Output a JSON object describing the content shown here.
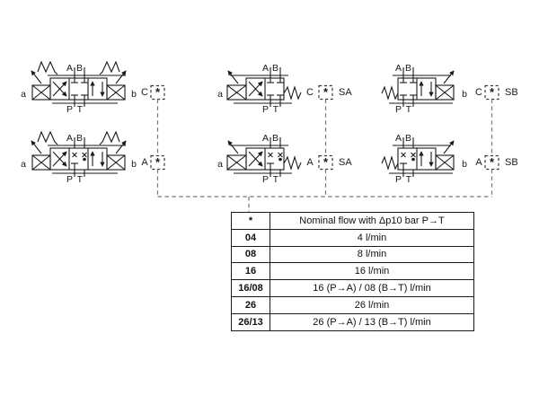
{
  "valves": {
    "top_left": {
      "a": "a",
      "b": "b",
      "A": "A",
      "B": "B",
      "P": "P",
      "T": "T",
      "opt": "C",
      "star": "*"
    },
    "bottom_left": {
      "a": "a",
      "b": "b",
      "A": "A",
      "B": "B",
      "P": "P",
      "T": "T",
      "opt": "A",
      "star": "*"
    },
    "top_middle": {
      "a": "a",
      "A": "A",
      "B": "B",
      "P": "P",
      "T": "T",
      "opt": "C",
      "star": "*",
      "suffix": "SA"
    },
    "bottom_middle": {
      "a": "a",
      "A": "A",
      "B": "B",
      "P": "P",
      "T": "T",
      "opt": "A",
      "star": "*",
      "suffix": "SA"
    },
    "top_right": {
      "b": "b",
      "A": "A",
      "B": "B",
      "P": "P",
      "T": "T",
      "opt": "C",
      "star": "*",
      "suffix": "SB"
    },
    "bottom_right": {
      "b": "b",
      "A": "A",
      "B": "B",
      "P": "P",
      "T": "T",
      "opt": "A",
      "star": "*",
      "suffix": "SB"
    }
  },
  "table": {
    "header": [
      "*",
      "Nominal flow with Δp10 bar P→T"
    ],
    "rows": [
      [
        "04",
        "4 l/min"
      ],
      [
        "08",
        "8 l/min"
      ],
      [
        "16",
        "16 l/min"
      ],
      [
        "16/08",
        "16 (P→A) / 08 (B→T) l/min"
      ],
      [
        "26",
        "26 l/min"
      ],
      [
        "26/13",
        "26 (P→A) / 13 (B→T) l/min"
      ]
    ]
  },
  "colors": {
    "line": "#1a1a1a",
    "dash": "#777777",
    "background": "#ffffff"
  }
}
